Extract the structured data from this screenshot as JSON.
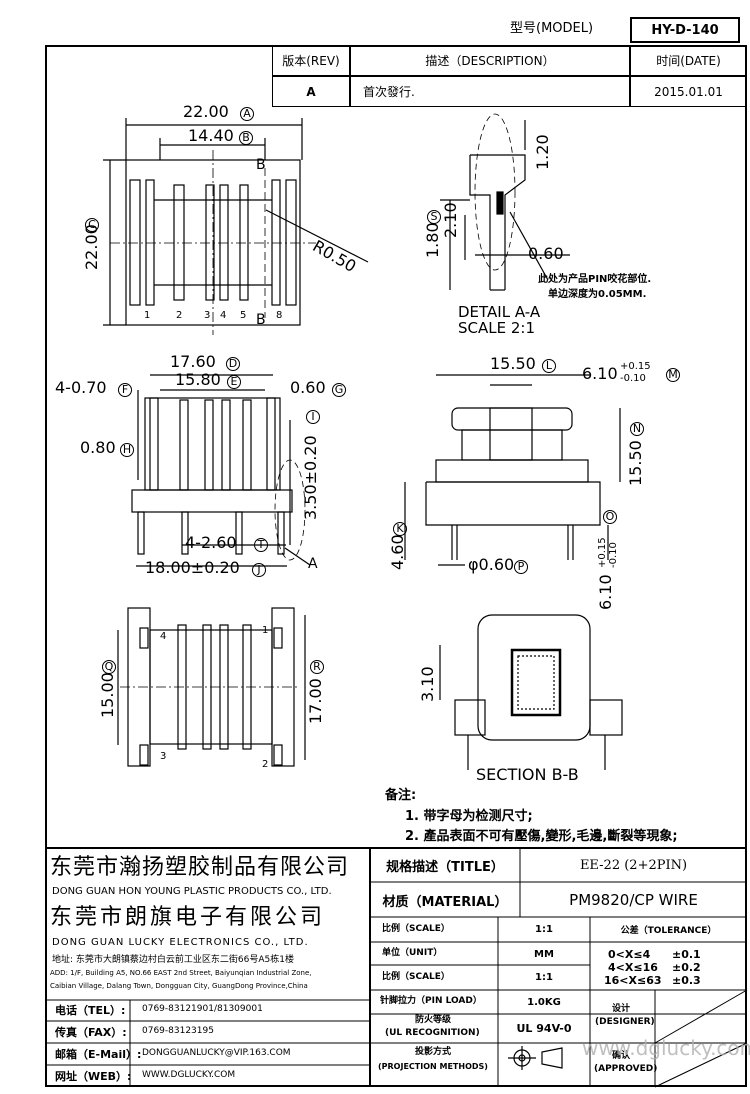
{
  "header": {
    "model_label": "型号(MODEL)",
    "model_value": "HY-D-140"
  },
  "revision_table": {
    "rev_header": "版本(REV)",
    "desc_header": "描述（DESCRIPTION）",
    "date_header": "时间(DATE)",
    "rev": "A",
    "desc": "首次發行.",
    "date": "2015.01.01"
  },
  "top_view": {
    "dim_width_22": "22.00",
    "tag_A": "A",
    "dim_width_14": "14.40",
    "tag_B": "B",
    "dim_height_22": "22.00",
    "tag_C": "C",
    "radius": "R0.50",
    "section_mark": "B",
    "pins": [
      "1",
      "2",
      "3",
      "4",
      "5",
      "8"
    ]
  },
  "detail": {
    "dim_120": "1.20",
    "dim_210": "2.10",
    "dim_180": "1.80",
    "tag_S": "S",
    "dim_060": "0.60",
    "note_line1": "此处为产品PIN咬花部位.",
    "note_line2": "单边深度为0.05MM.",
    "title_line1": "DETAIL  A-A",
    "title_line2": "SCALE  2:1"
  },
  "front_view": {
    "dim_1760": "17.60",
    "tag_D": "D",
    "dim_1580": "15.80",
    "tag_E": "E",
    "dim_070": "4-0.70",
    "tag_F": "F",
    "dim_060": "0.60",
    "tag_G": "G",
    "dim_080": "0.80",
    "tag_H": "H",
    "dim_350": "3.50±0.20",
    "tag_I": "I",
    "dim_260": "4-2.60",
    "tag_T": "T",
    "dim_1800": "18.00±0.20",
    "tag_J": "J",
    "detail_mark": "A"
  },
  "side_view": {
    "dim_1550_w": "15.50",
    "tag_L": "L",
    "dim_610": "6.10",
    "tol_plus": "+0.15",
    "tol_minus": "-0.10",
    "tag_M": "M",
    "dim_1550_h": "15.50",
    "tag_N": "N",
    "dim_460": "4.60",
    "tag_K": "K",
    "dim_pin": "φ0.60",
    "tag_P": "P",
    "dim_610_v": "6.10",
    "tol_v_plus": "+0.15",
    "tol_v_minus": "-0.10",
    "tag_O": "O"
  },
  "bottom_view": {
    "dim_1500": "15.00",
    "tag_Q": "Q",
    "dim_1700": "17.00",
    "tag_R": "R",
    "pins_left": [
      "4",
      "3"
    ],
    "pins_right": [
      "1",
      "2"
    ]
  },
  "section": {
    "dim_310": "3.10",
    "title": "SECTION  B-B"
  },
  "notes": {
    "heading": "备注:",
    "line1": "1. 带字母为检测尺寸;",
    "line2": "2. 產品表面不可有壓傷,變形,毛邊,斷裂等現象;"
  },
  "company": {
    "cn1": "东莞市瀚扬塑胶制品有限公司",
    "en1": "DONG GUAN HON YOUNG PLASTIC PRODUCTS CO., LTD.",
    "cn2": "东莞市朗旗电子有限公司",
    "en2": "DONG GUAN LUCKY ELECTRONICS CO., LTD.",
    "addr_cn": "地址: 东莞市大朗镇蔡边村白云前工业区东二街66号A5栋1楼",
    "addr_en1": "ADD: 1/F, Building A5, NO.66 EAST 2nd Street, Baiyunqian Industrial Zone,",
    "addr_en2": "Caibian Village, Dalang Town, Dongguan City, GuangDong Province,China"
  },
  "contacts": [
    {
      "label": "电话（TEL）:",
      "value": "0769-83121901/81309001"
    },
    {
      "label": "传真（FAX）:",
      "value": "0769-83123195"
    },
    {
      "label": "邮箱（E-Mail）:",
      "value": "DONGGUANLUCKY@VIP.163.COM"
    },
    {
      "label": "网址（WEB）:",
      "value": "WWW.DGLUCKY.COM"
    }
  ],
  "spec": {
    "title_label": "规格描述（TITLE）",
    "title_value": "EE-22 (2+2PIN)",
    "material_label": "材质（MATERIAL）",
    "material_value": "PM9820/CP WIRE",
    "scale_label": "比例（SCALE）",
    "scale_value": "1:1",
    "tolerance_label": "公差（TOLERANCE）",
    "unit_label": "单位（UNIT）",
    "unit_value": "MM",
    "tol1_range": "0<X≤4",
    "tol1_value": "±0.1",
    "tol2_range": "4<X≤16",
    "tol2_value": "±0.2",
    "tol3_range": "16<X≤63",
    "tol3_value": "±0.3",
    "scale2_label": "比例（SCALE）",
    "scale2_value": "1:1",
    "pinload_label": "针脚拉力（PIN LOAD）",
    "pinload_value": "1.0KG",
    "designer_label1": "设计",
    "designer_label2": "(DESIGNER)",
    "ul_label1": "防火等级",
    "ul_label2": "(UL RECOGNITION)",
    "ul_value": "UL 94V-0",
    "proj_label1": "投影方式",
    "proj_label2": "(PROJECTION METHODS)",
    "approved_label1": "确认",
    "approved_label2": "(APPROVED)"
  },
  "watermark": "www.dglucky.com"
}
